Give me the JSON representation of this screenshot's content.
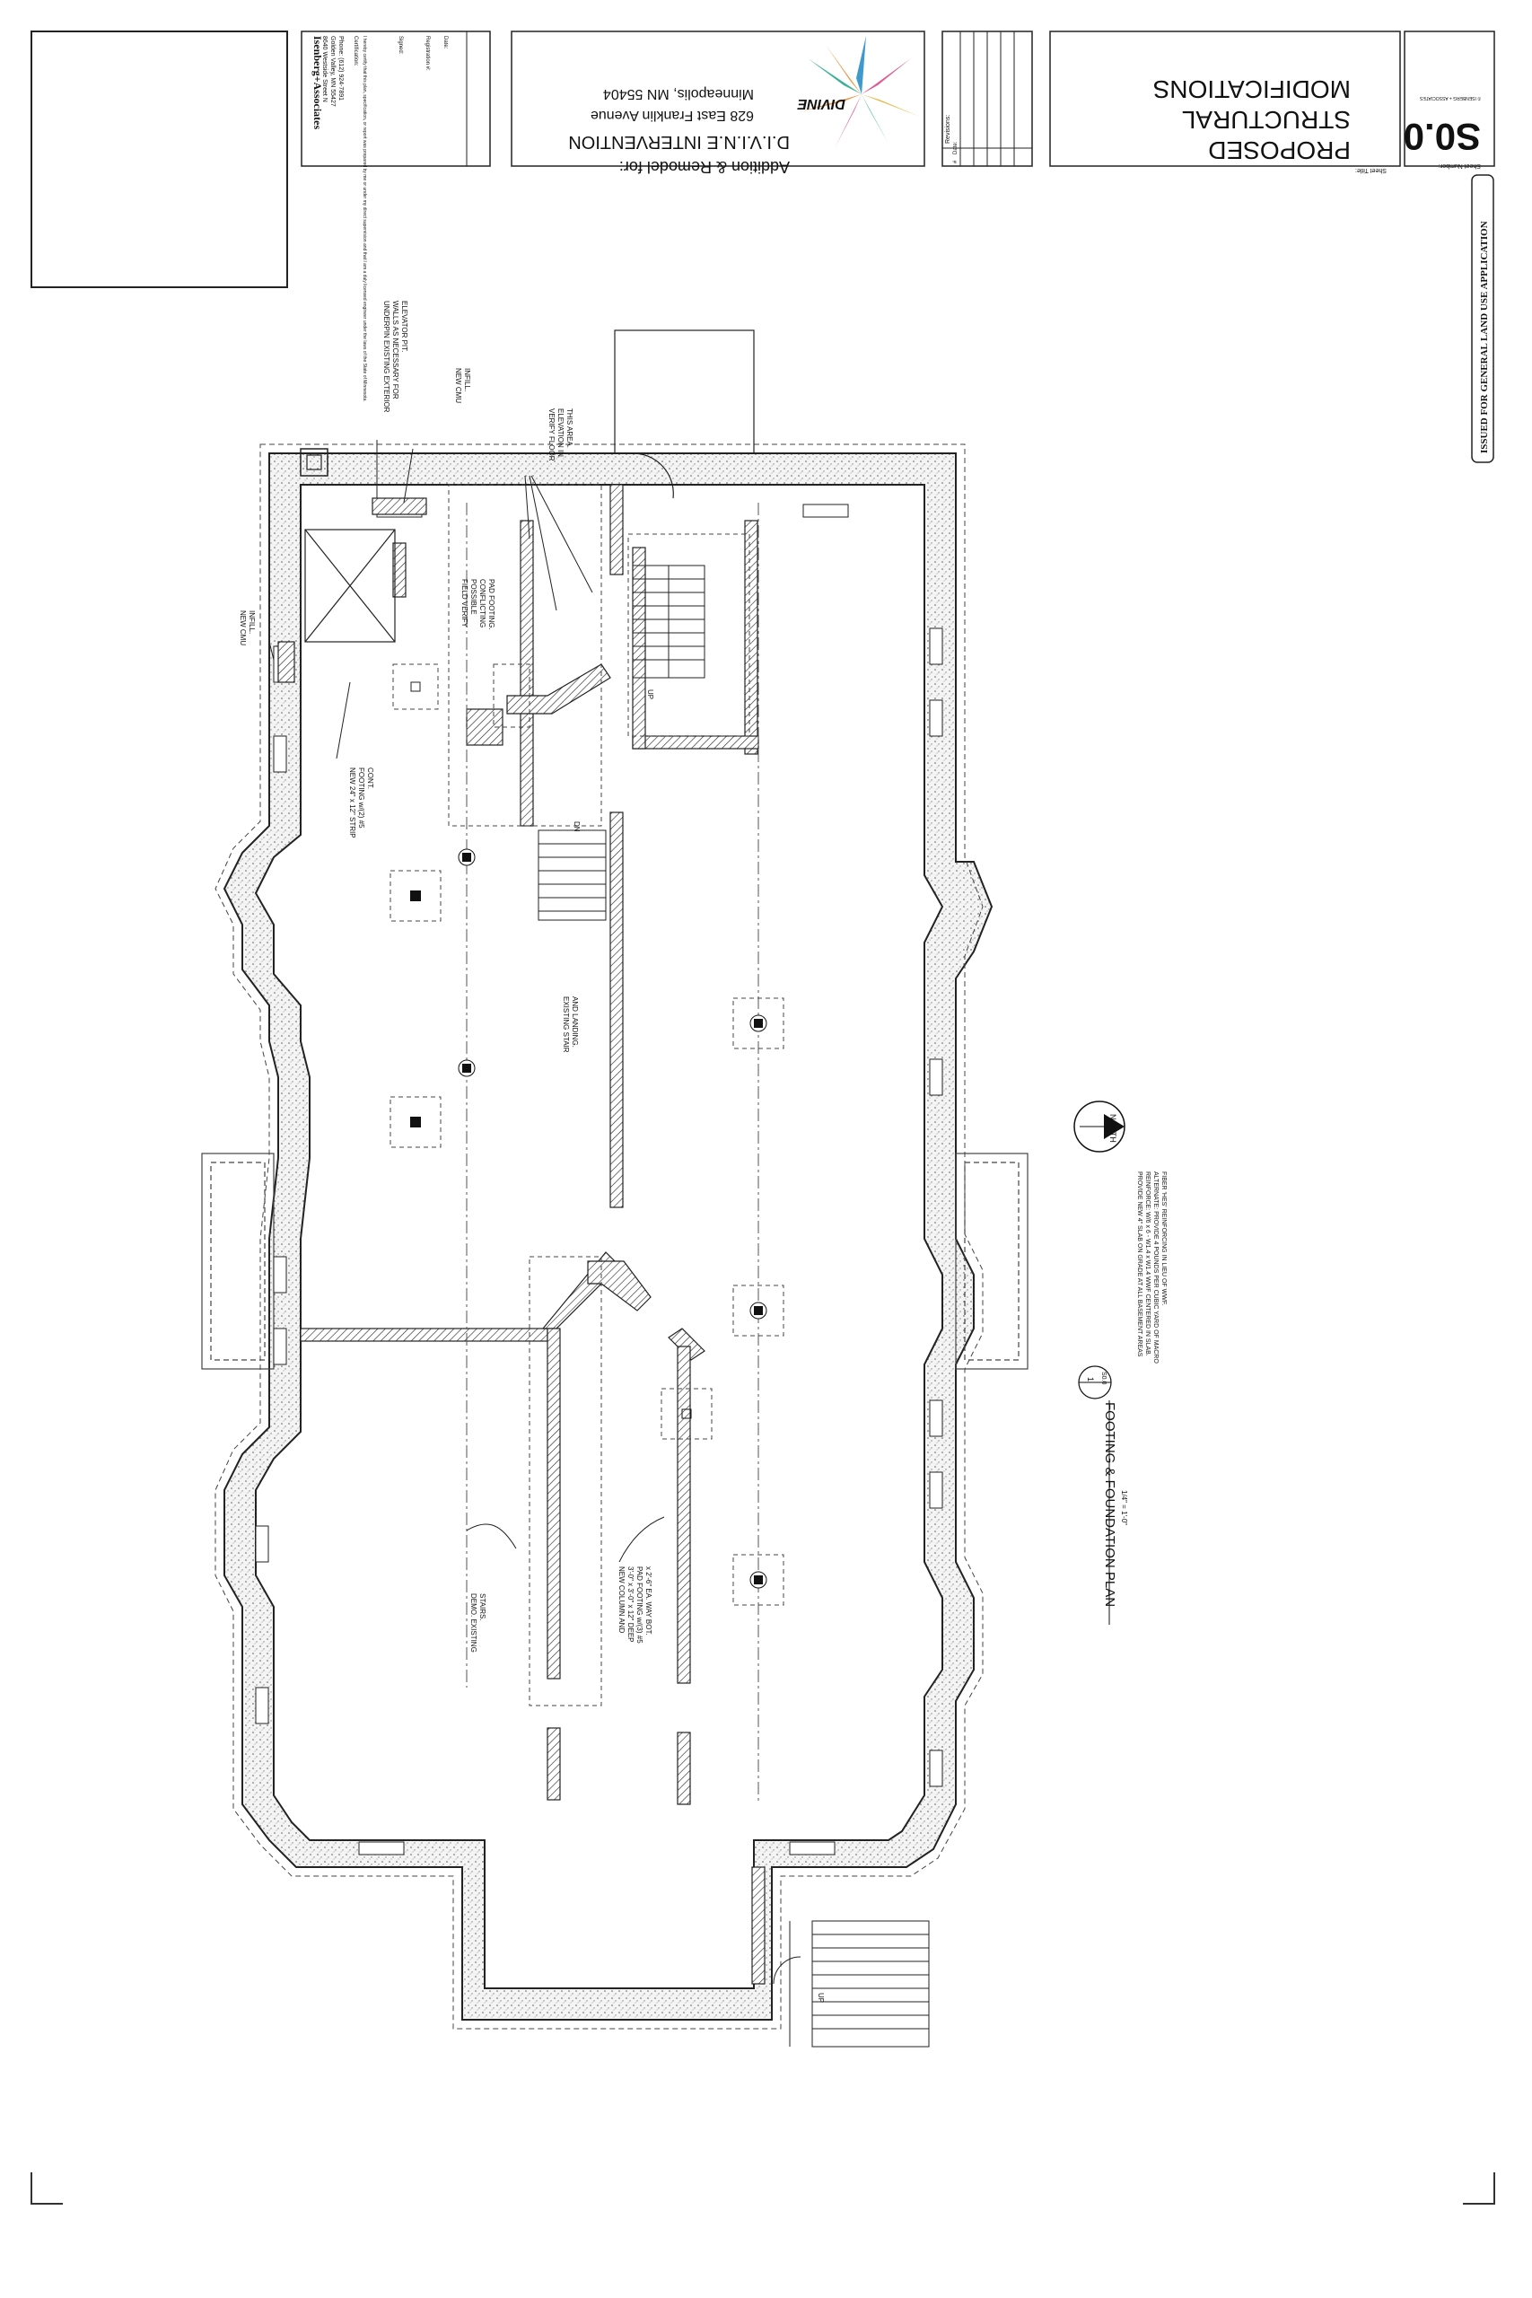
{
  "title_block": {
    "sheet_title_label": "Sheet Title:",
    "sheet_title_lines": [
      "PROPOSED",
      "STRUCTURAL",
      "MODIFICATIONS"
    ],
    "sheet_number_label": "Sheet Number:",
    "sheet_number": "S0.0",
    "sheet_copyright": "© ISENBERG + ASSOCIATES",
    "issued_stamp": "ISSUED FOR GENERAL LAND USE APPLICATION",
    "revisions_label": "Revisions:",
    "revisions_cols": [
      "#",
      "Date:"
    ],
    "project_prefix": "Addition & Remodel for:",
    "project_name": "D.I.V.I.N.E INTERVENTION",
    "address_line1": "628 East Franklin Avenue",
    "address_line2": "Minneapolis, MN 55404",
    "logo_text": "DIVINE",
    "firm_name": "Isenberg+Associates",
    "firm_address": "8640 Westside Street N",
    "firm_city": "Golden Valley, MN 55427",
    "firm_phone": "Phone: (612) 924-7891",
    "certification_label": "Certification:",
    "certification_text": "I hereby certify that this plan, specification, or report was prepared by me or under my direct supervision and that I am a duly licensed engineer under the laws of the State of Minnesota.",
    "signed_label": "Signed:",
    "registration_label": "Registration #:",
    "date_label": "Date:"
  },
  "plan": {
    "title": "FOOTING & FOUNDATION PLAN",
    "scale": "1/4\" = 1'-0\"",
    "detail_number": "1",
    "detail_sheet": "S0.0",
    "north_label": "NORTH",
    "notes": [
      "PROVIDE NEW 4\" SLAB ON GRADE AT ALL BASEMENT AREAS",
      "REINFORCE: W/6 x 6 - W1.4 x W1.4 WWF CENTERED IN SLAB.",
      "ALTERNATE: PROVIDE 4 POUNDS PER CUBIC YARD OF MACRO",
      "FIBER 'HES' REINFORCING IN LIEU OF WWF."
    ],
    "callouts": {
      "underpin": [
        "UNDERPIN EXISTING EXTERIOR",
        "WALLS AS NECESSARY FOR",
        "ELEVATOR PIT."
      ],
      "cmu_infill_1": [
        "NEW CMU",
        "INFILL."
      ],
      "cmu_infill_2": [
        "NEW CMU",
        "INFILL."
      ],
      "verify_floor": [
        "VERIFY FLOOR",
        "ELEVATION IN",
        "THIS AREA."
      ],
      "field_verify": [
        "FIELD VERIFY",
        "POSSIBLE",
        "CONFLICTING",
        "PAD FOOTING."
      ],
      "strip_footing": [
        "NEW 24\" x 12\" STRIP",
        "FOOTING w/(2) #5",
        "CONT."
      ],
      "existing_stair": [
        "EXISTING STAIR",
        "AND LANDING."
      ],
      "new_column": [
        "NEW COLUMN AND",
        "3'-0\" x 3'-0\" x 12\" DEEP",
        "PAD FOOTING w/(3) #5",
        "x 2'-6\" EA. WAY BOT."
      ],
      "demo_stairs": [
        "DEMO. EXISTING",
        "STAIRS."
      ],
      "up_1": "UP",
      "dn": "DN",
      "up_2": "UP"
    }
  }
}
